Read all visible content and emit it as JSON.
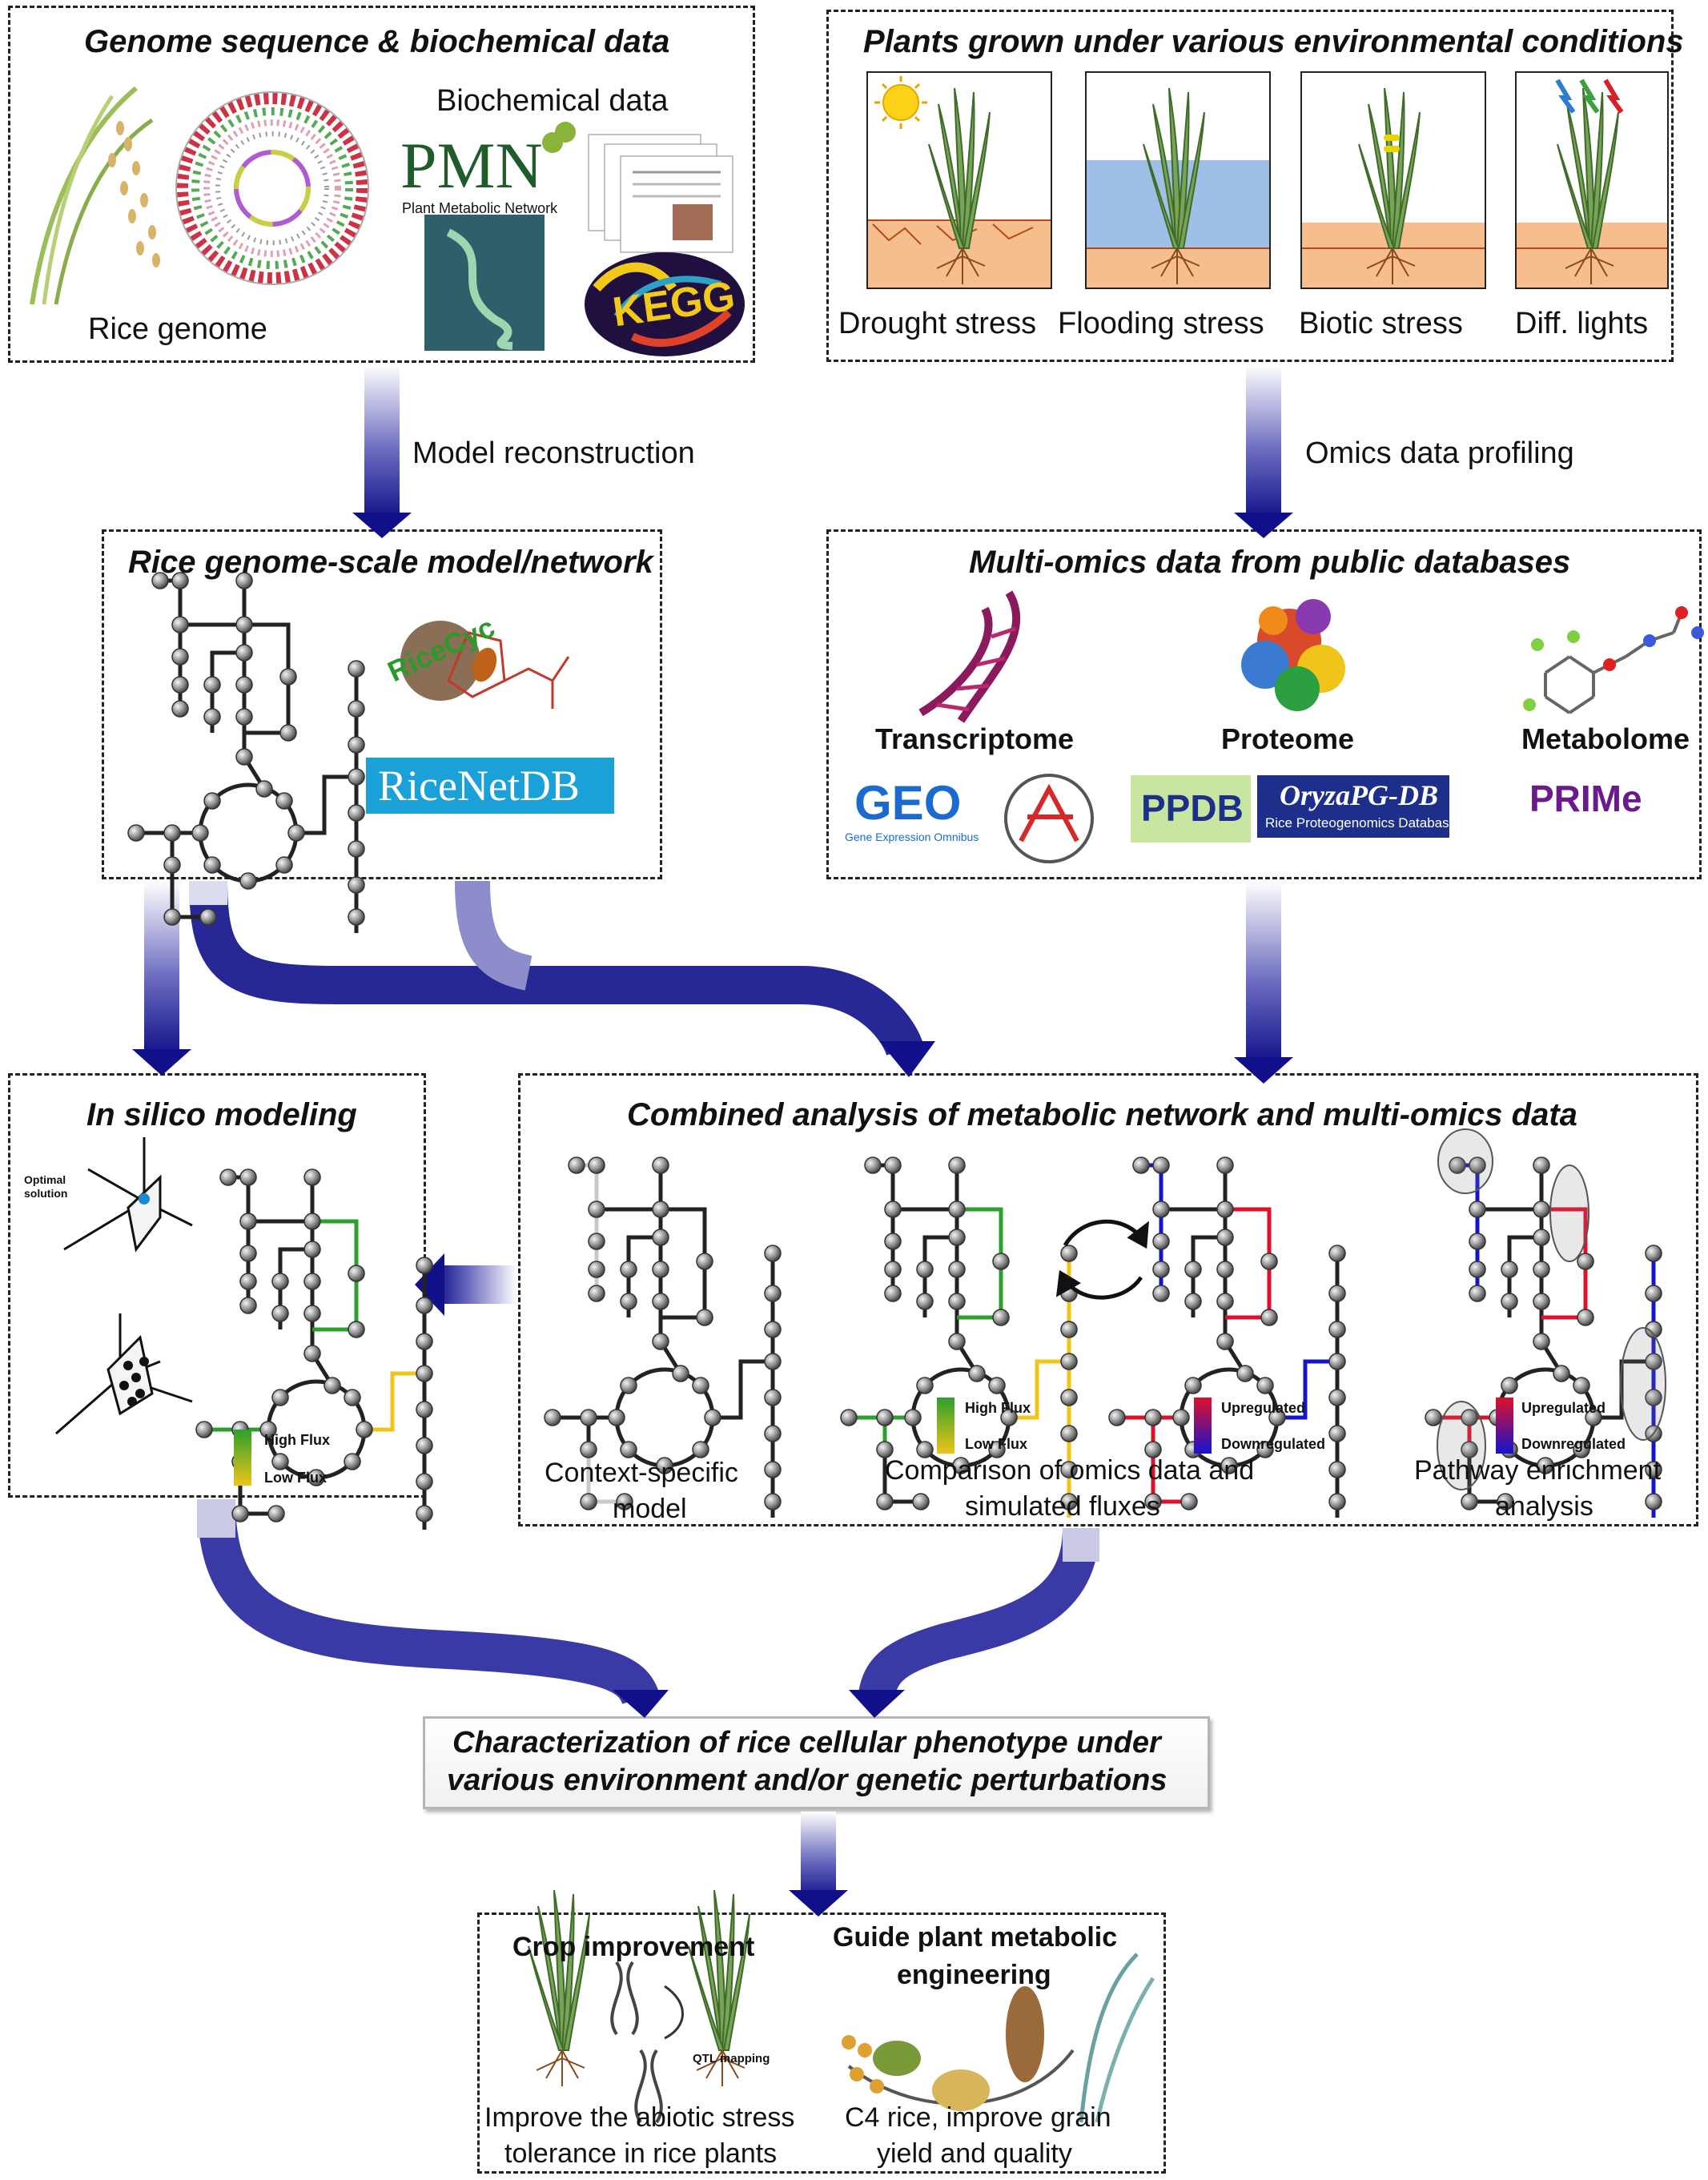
{
  "genome_box": {
    "title": "Genome sequence & biochemical data",
    "biochemical_label": "Biochemical data",
    "rice_genome_label": "Rice genome",
    "pmn_logo": "PMN",
    "pmn_caption": "Plant Metabolic Network",
    "kegg_logo": "KEGG"
  },
  "plants_box": {
    "title": "Plants grown under various environmental  conditions",
    "conditions": [
      "Drought stress",
      "Flooding stress",
      "Biotic stress",
      "Diff. lights"
    ]
  },
  "flows": {
    "model_reconstruction": "Model reconstruction",
    "omics_profiling": "Omics data profiling"
  },
  "model_box": {
    "title": "Rice genome-scale model/network",
    "ricecyc_logo": "RiceCyc",
    "ricenetdb_logo": "RiceNetDB"
  },
  "omics_box": {
    "title": "Multi-omics data from public databases",
    "categories": [
      "Transcriptome",
      "Proteome",
      "Metabolome"
    ],
    "geo_logo": "GEO",
    "geo_caption": "Gene Expression Omnibus",
    "ae_logo": "AE",
    "ppdb_logo": "PPDB",
    "oryzapg_logo": "OryzaPG-DB",
    "oryzapg_caption": "Rice Proteogenomics Database",
    "prime_logo": "PRIMe"
  },
  "silico_box": {
    "title": "In silico modeling",
    "optimal_solution": "Optimal solution",
    "high_flux": "High Flux",
    "low_flux": "Low Flux"
  },
  "combined_box": {
    "title": "Combined analysis of metabolic network and multi-omics data",
    "panel1_caption": [
      "Context-specific",
      "model"
    ],
    "panel2_caption": [
      "Comparison of omics data and",
      "simulated fluxes"
    ],
    "panel3_caption": [
      "Pathway enrichment",
      "analysis"
    ],
    "high_flux": "High Flux",
    "low_flux": "Low Flux",
    "upregulated": "Upregulated",
    "downregulated": "Downregulated"
  },
  "phenotype_box": {
    "lines": [
      "Characterization of rice cellular phenotype under",
      "various environment and/or genetic perturbations"
    ]
  },
  "applications_box": {
    "crop_title": "Crop improvement",
    "guide_title": [
      "Guide plant metabolic",
      "engineering"
    ],
    "qtl_label": "QTL mapping",
    "crop_caption": [
      "Improve the abiotic stress",
      "tolerance in rice plants"
    ],
    "guide_caption": [
      "C4 rice, improve grain",
      "yield and quality"
    ]
  },
  "colors": {
    "arrow_dark": "#1a1a8c",
    "high_flux": "#2ca02c",
    "low_flux": "#f0c419",
    "upregulated": "#e0102a",
    "downregulated": "#1414d0",
    "node_gray": "#8a8a8a",
    "ricenetdb_bg": "#1ba0d8",
    "soil": "#f6be8e",
    "water": "#9fc0e6"
  }
}
